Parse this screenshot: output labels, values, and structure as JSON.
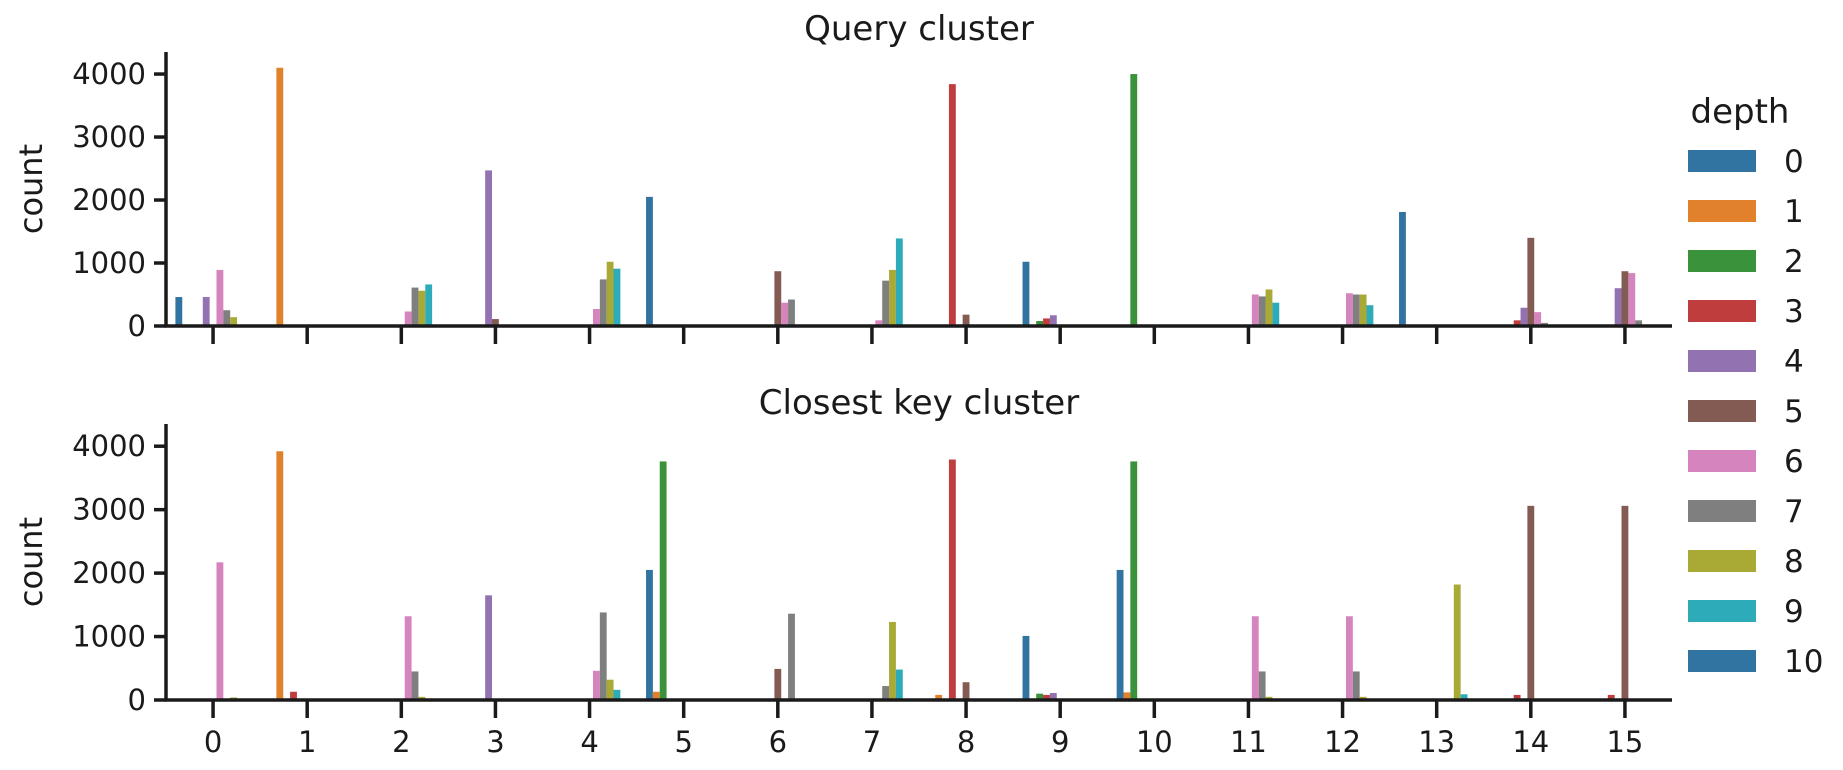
{
  "chart_data": [
    {
      "type": "bar",
      "title": "Query cluster",
      "xlabel": "",
      "ylabel": "count",
      "ylim": [
        0,
        4350
      ],
      "yticks": [
        0,
        1000,
        2000,
        3000,
        4000
      ],
      "categories": [
        "0",
        "1",
        "2",
        "3",
        "4",
        "5",
        "6",
        "7",
        "8",
        "9",
        "10",
        "11",
        "12",
        "13",
        "14",
        "15"
      ],
      "show_x_tick_labels": false,
      "series": [
        {
          "name": "0",
          "values": [
            460,
            0,
            0,
            0,
            0,
            2050,
            0,
            0,
            0,
            1020,
            0,
            0,
            0,
            1810,
            0,
            0
          ]
        },
        {
          "name": "1",
          "values": [
            0,
            4100,
            0,
            0,
            0,
            0,
            0,
            0,
            0,
            0,
            0,
            0,
            0,
            0,
            0,
            0
          ]
        },
        {
          "name": "2",
          "values": [
            0,
            0,
            0,
            0,
            0,
            0,
            0,
            0,
            0,
            80,
            4000,
            0,
            0,
            0,
            0,
            0
          ]
        },
        {
          "name": "3",
          "values": [
            0,
            0,
            0,
            0,
            0,
            0,
            0,
            0,
            3840,
            120,
            0,
            0,
            0,
            0,
            90,
            0
          ]
        },
        {
          "name": "4",
          "values": [
            460,
            0,
            0,
            2470,
            0,
            0,
            0,
            0,
            0,
            170,
            0,
            0,
            0,
            0,
            290,
            600
          ]
        },
        {
          "name": "5",
          "values": [
            0,
            0,
            0,
            110,
            0,
            0,
            870,
            0,
            180,
            0,
            0,
            0,
            0,
            0,
            1400,
            870
          ]
        },
        {
          "name": "6",
          "values": [
            890,
            0,
            230,
            0,
            270,
            0,
            370,
            90,
            0,
            0,
            0,
            500,
            520,
            0,
            220,
            840
          ]
        },
        {
          "name": "7",
          "values": [
            250,
            0,
            610,
            0,
            740,
            0,
            420,
            720,
            0,
            0,
            0,
            470,
            500,
            0,
            50,
            90
          ]
        },
        {
          "name": "8",
          "values": [
            140,
            0,
            560,
            0,
            1020,
            0,
            0,
            890,
            0,
            0,
            0,
            580,
            500,
            0,
            0,
            0
          ]
        },
        {
          "name": "9",
          "values": [
            0,
            0,
            660,
            0,
            910,
            0,
            0,
            1390,
            0,
            0,
            0,
            370,
            330,
            0,
            0,
            0
          ]
        },
        {
          "name": "10",
          "values": [
            0,
            0,
            0,
            0,
            0,
            0,
            0,
            0,
            0,
            0,
            0,
            0,
            0,
            0,
            0,
            0
          ]
        }
      ]
    },
    {
      "type": "bar",
      "title": "Closest key cluster",
      "xlabel": "",
      "ylabel": "count",
      "ylim": [
        0,
        4350
      ],
      "yticks": [
        0,
        1000,
        2000,
        3000,
        4000
      ],
      "categories": [
        "0",
        "1",
        "2",
        "3",
        "4",
        "5",
        "6",
        "7",
        "8",
        "9",
        "10",
        "11",
        "12",
        "13",
        "14",
        "15"
      ],
      "show_x_tick_labels": true,
      "series": [
        {
          "name": "0",
          "values": [
            0,
            0,
            0,
            0,
            0,
            2050,
            0,
            0,
            0,
            1010,
            2050,
            0,
            0,
            0,
            0,
            0
          ]
        },
        {
          "name": "1",
          "values": [
            0,
            3920,
            0,
            0,
            0,
            130,
            0,
            0,
            80,
            0,
            120,
            0,
            0,
            0,
            0,
            0
          ]
        },
        {
          "name": "2",
          "values": [
            0,
            0,
            0,
            0,
            0,
            3760,
            0,
            0,
            0,
            100,
            3760,
            0,
            0,
            0,
            0,
            0
          ]
        },
        {
          "name": "3",
          "values": [
            0,
            130,
            0,
            0,
            0,
            0,
            0,
            0,
            3790,
            80,
            0,
            0,
            0,
            0,
            80,
            80
          ]
        },
        {
          "name": "4",
          "values": [
            0,
            0,
            0,
            1650,
            0,
            0,
            0,
            0,
            0,
            110,
            0,
            0,
            0,
            0,
            0,
            0
          ]
        },
        {
          "name": "5",
          "values": [
            0,
            0,
            0,
            0,
            0,
            0,
            490,
            0,
            280,
            0,
            0,
            0,
            0,
            0,
            3060,
            3060
          ]
        },
        {
          "name": "6",
          "values": [
            2170,
            0,
            1320,
            0,
            460,
            0,
            0,
            0,
            0,
            0,
            0,
            1320,
            1320,
            0,
            0,
            0
          ]
        },
        {
          "name": "7",
          "values": [
            0,
            0,
            450,
            0,
            1380,
            0,
            1360,
            220,
            0,
            0,
            0,
            450,
            450,
            0,
            0,
            0
          ]
        },
        {
          "name": "8",
          "values": [
            40,
            0,
            50,
            0,
            320,
            0,
            0,
            1230,
            0,
            0,
            0,
            50,
            50,
            1820,
            0,
            0
          ]
        },
        {
          "name": "9",
          "values": [
            0,
            0,
            0,
            0,
            160,
            0,
            0,
            480,
            0,
            0,
            0,
            0,
            0,
            90,
            0,
            0
          ]
        },
        {
          "name": "10",
          "values": [
            0,
            0,
            0,
            0,
            0,
            0,
            0,
            0,
            0,
            0,
            0,
            0,
            0,
            0,
            0,
            0
          ]
        }
      ]
    }
  ],
  "legend": {
    "title": "depth",
    "placement": "right",
    "items": [
      {
        "label": "0",
        "color": "#3274a1"
      },
      {
        "label": "1",
        "color": "#e1812c"
      },
      {
        "label": "2",
        "color": "#3a923a"
      },
      {
        "label": "3",
        "color": "#c03d3e"
      },
      {
        "label": "4",
        "color": "#9372b2"
      },
      {
        "label": "5",
        "color": "#845b53"
      },
      {
        "label": "6",
        "color": "#d684bd"
      },
      {
        "label": "7",
        "color": "#7f7f7f"
      },
      {
        "label": "8",
        "color": "#a9aa35"
      },
      {
        "label": "9",
        "color": "#2eabb8"
      },
      {
        "label": "10",
        "color": "#3274a1"
      }
    ]
  }
}
